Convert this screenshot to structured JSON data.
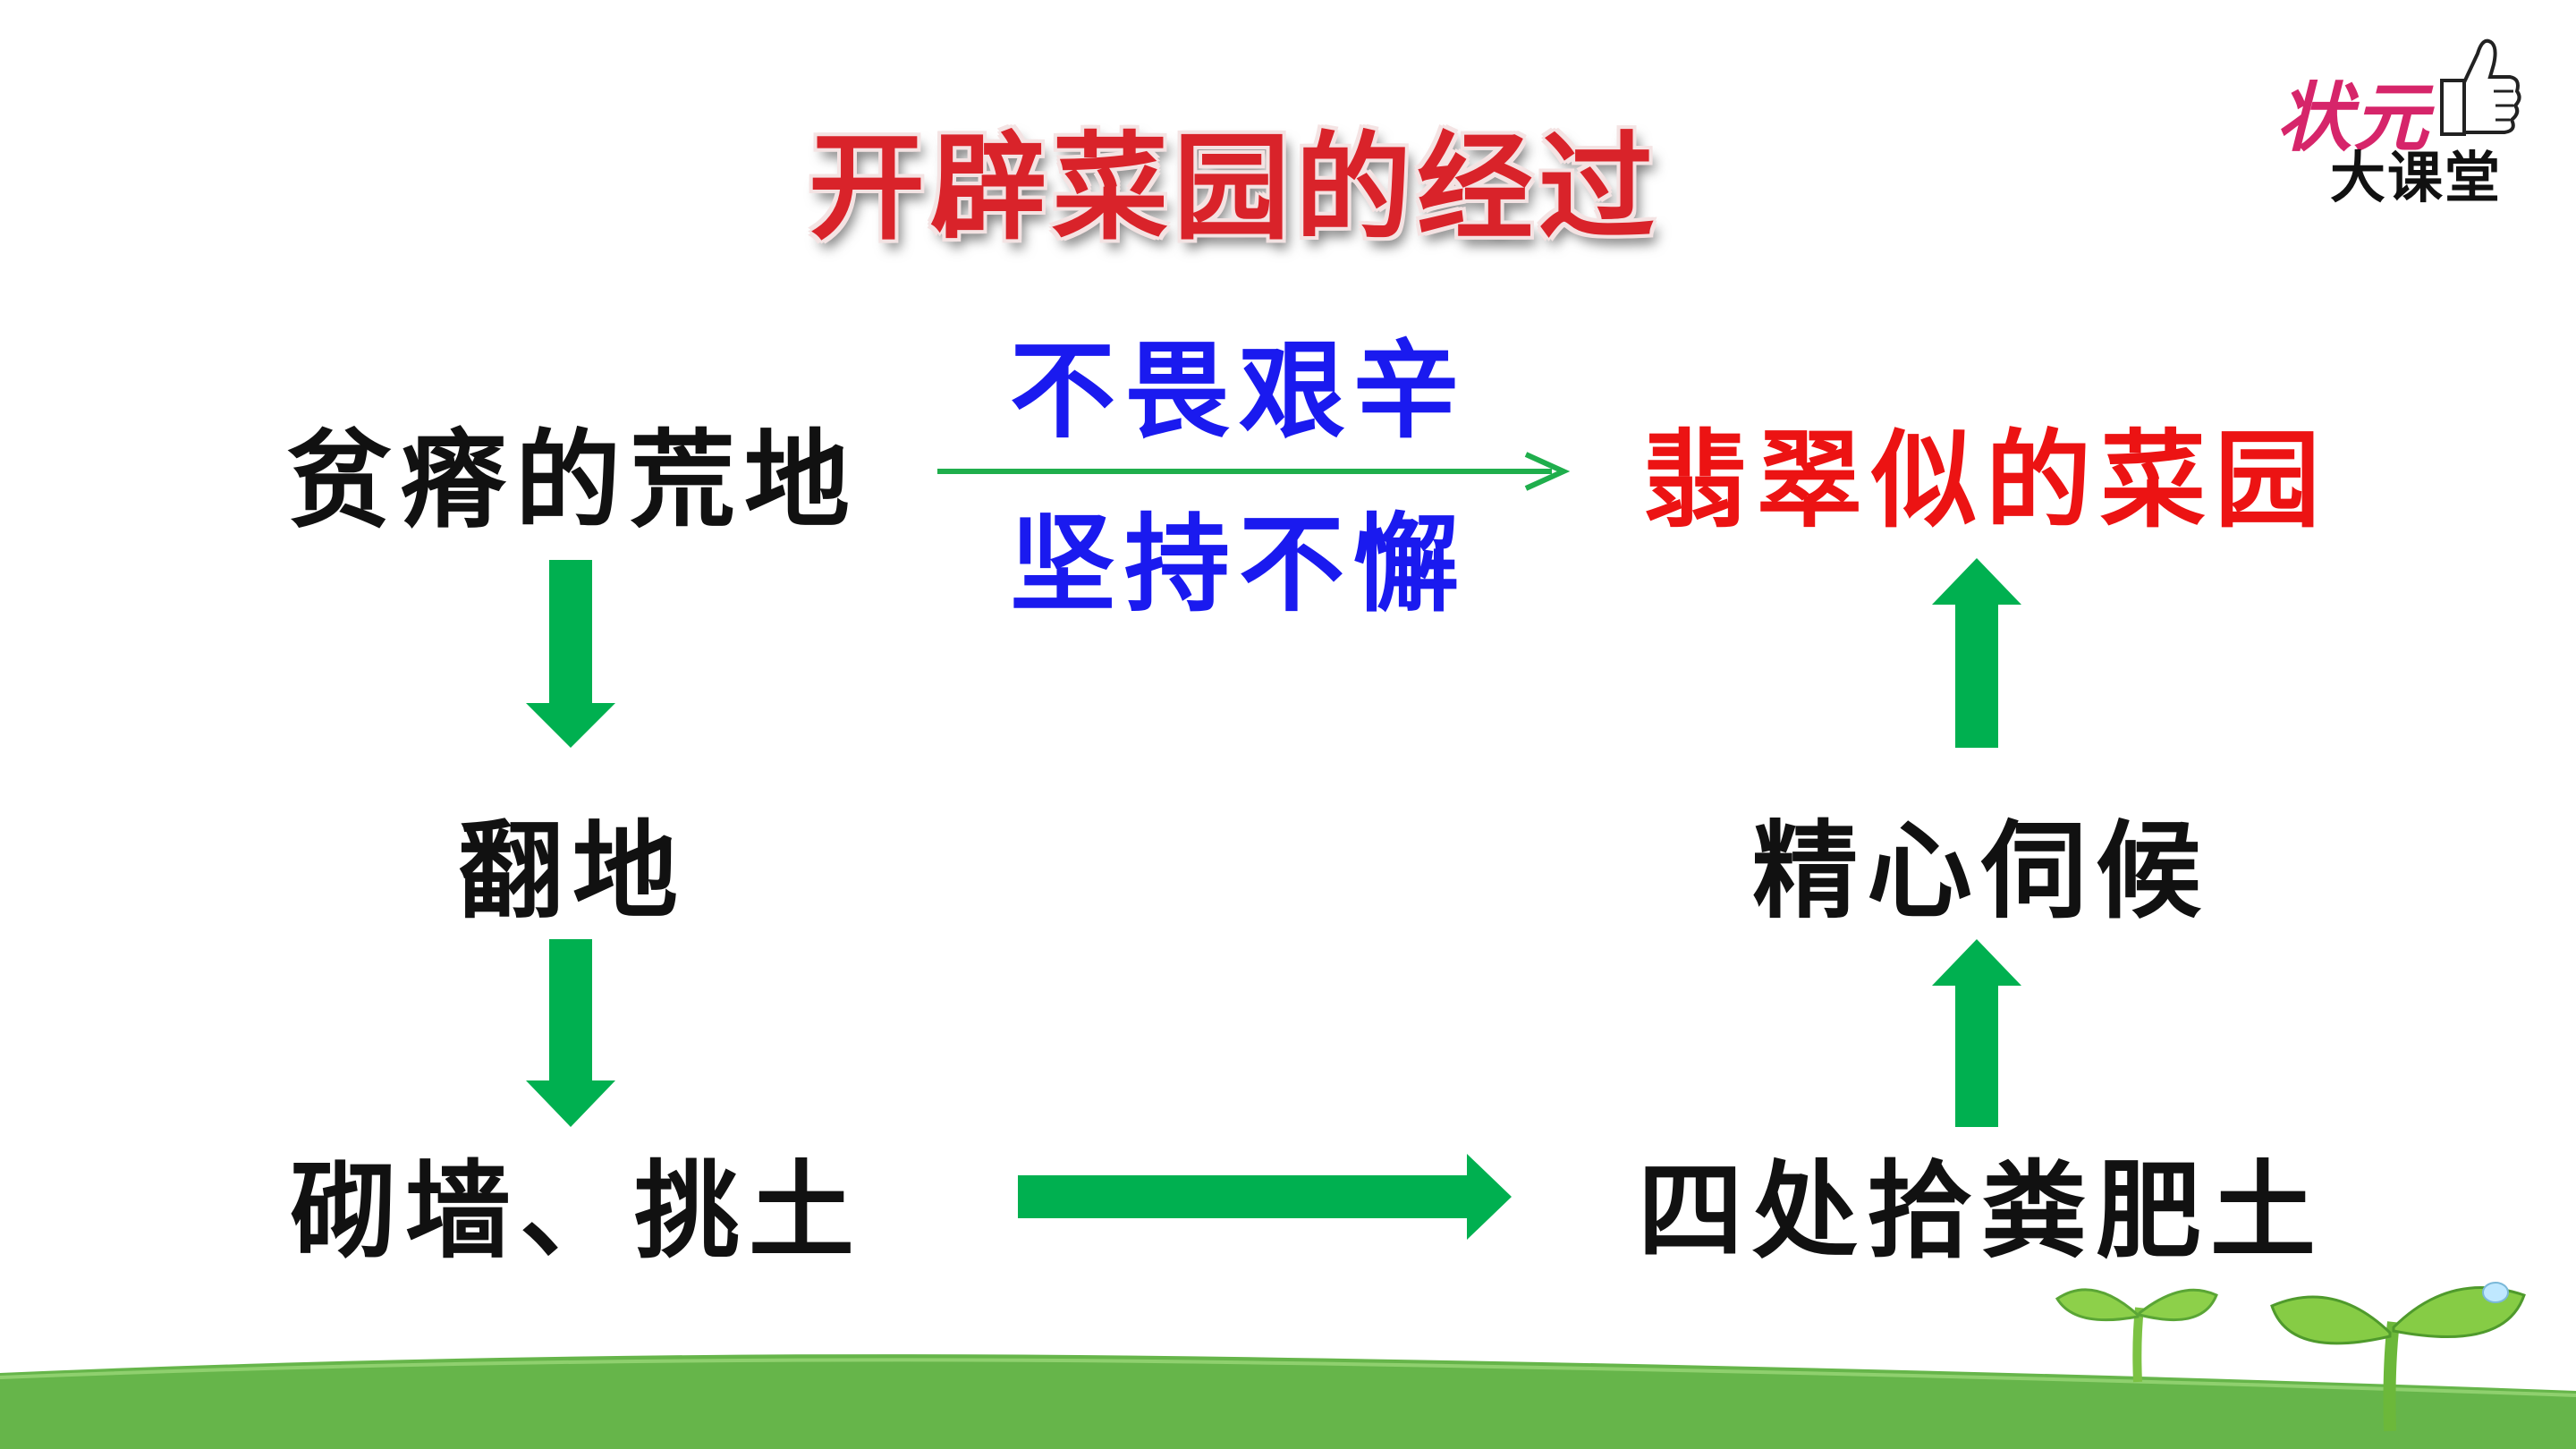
{
  "title": "开辟菜园的经过",
  "logo": {
    "line1": "状元",
    "line2": "大课堂",
    "icon": "thumbs-up-icon"
  },
  "nodes": {
    "barren_land": "贫瘠的荒地",
    "dig_land": "翻地",
    "build_wall": "砌墙、挑土",
    "collect_manure": "四处拾粪肥土",
    "careful_care": "精心伺候",
    "green_garden": "翡翠似的菜园"
  },
  "arrow_labels": {
    "top": "不畏艰辛",
    "bottom": "坚持不懈"
  },
  "colors": {
    "arrow_green": "#00b050",
    "thin_arrow_green": "#1fae4c",
    "title_red": "#d9232a",
    "label_blue": "#1a1aef",
    "highlight_red": "#ec1313",
    "ground_green": "#66b54a"
  },
  "decorations": {
    "bottom": "grass-ground",
    "sprouts": [
      "sprout-small-icon",
      "sprout-large-icon"
    ]
  }
}
